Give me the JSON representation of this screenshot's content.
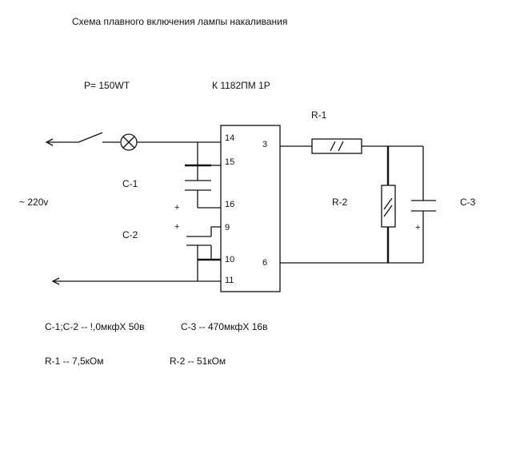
{
  "title": "Схема плавного включения лампы накаливания",
  "lamp_power": "P= 150WT",
  "chip_name": "К 1182ПМ 1Р",
  "pins": {
    "p14": "14",
    "p15": "15",
    "p16": "16",
    "p9": "9",
    "p10": "10",
    "p11": "11",
    "p3": "3",
    "p6": "6"
  },
  "components": {
    "r1": "R-1",
    "r2": "R-2",
    "c1": "C-1",
    "c2": "C-2",
    "c3": "C-3"
  },
  "supply": "~ 220v",
  "polarity_plus": "+",
  "notes": {
    "caps_c1c2": "C-1;C-2  --  !,0мкфХ 50в",
    "cap_c3": "C-3  --  470мкфХ 16в",
    "res_r1": "R-1 --  7,5кОм",
    "res_r2": "R-2  --  51кОм"
  }
}
